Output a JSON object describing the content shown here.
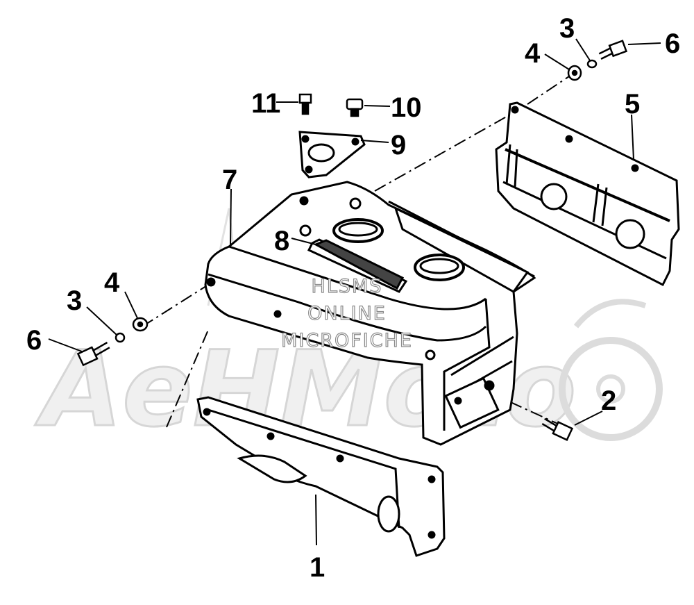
{
  "diagram": {
    "callouts": [
      {
        "id": "c1",
        "label": "1"
      },
      {
        "id": "c2",
        "label": "2"
      },
      {
        "id": "c3a",
        "label": "3"
      },
      {
        "id": "c3b",
        "label": "3"
      },
      {
        "id": "c4a",
        "label": "4"
      },
      {
        "id": "c4b",
        "label": "4"
      },
      {
        "id": "c5",
        "label": "5"
      },
      {
        "id": "c6a",
        "label": "6"
      },
      {
        "id": "c6b",
        "label": "6"
      },
      {
        "id": "c7",
        "label": "7"
      },
      {
        "id": "c8",
        "label": "8"
      },
      {
        "id": "c9",
        "label": "9"
      },
      {
        "id": "c10",
        "label": "10"
      },
      {
        "id": "c11",
        "label": "11"
      }
    ],
    "watermark_lines": [
      "HLSMS",
      "ONLINE",
      "MICROFICHE"
    ],
    "background_logo_text": "AeHMoto"
  }
}
